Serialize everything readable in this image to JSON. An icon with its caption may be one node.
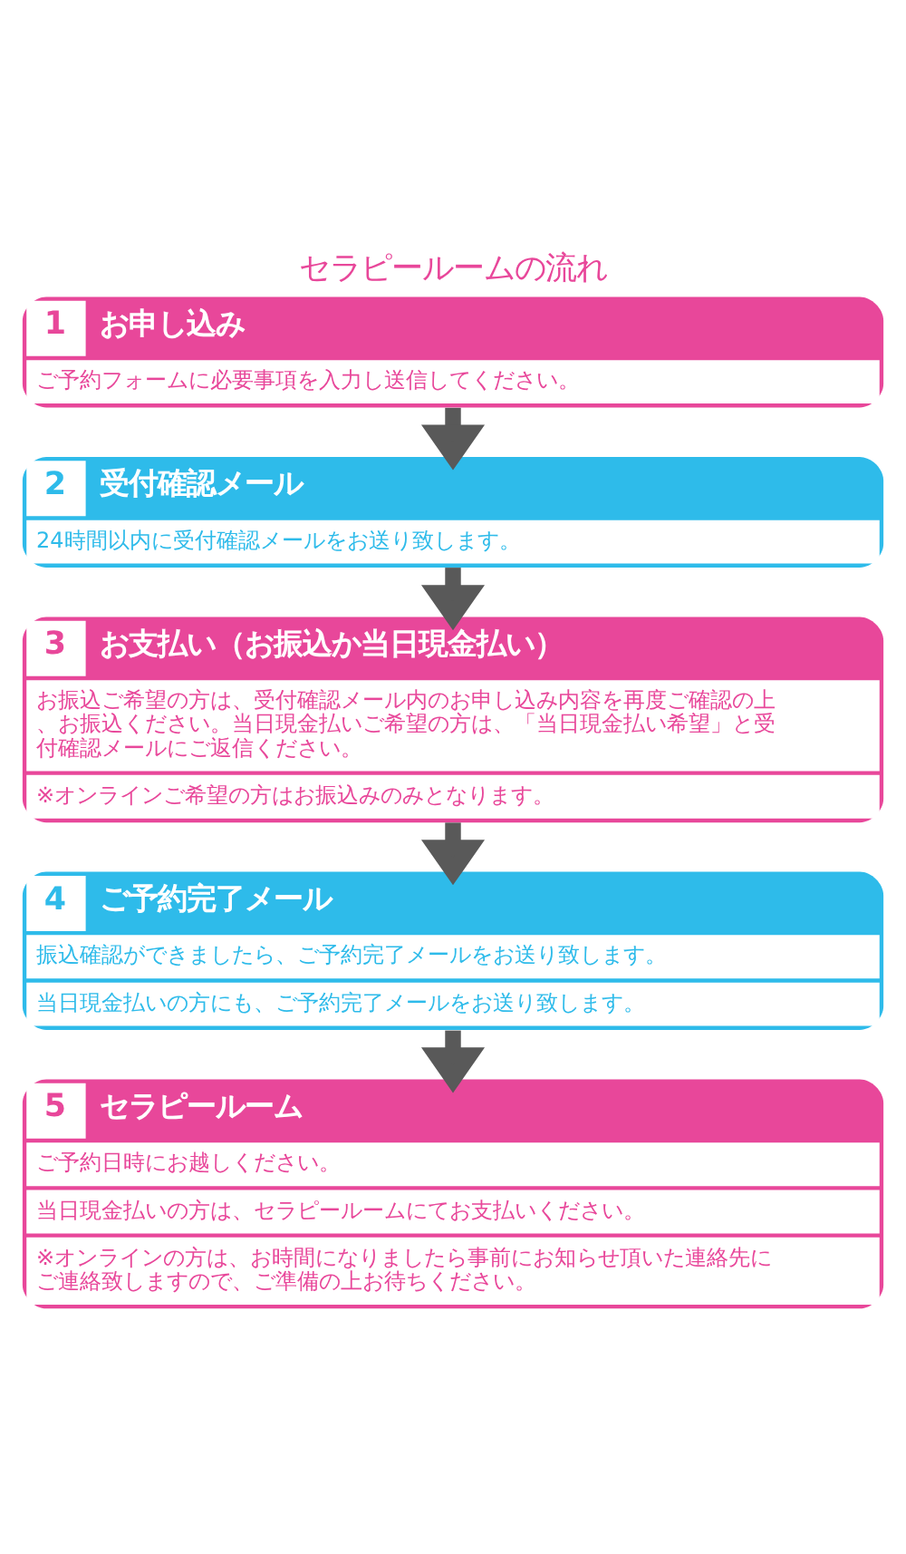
{
  "diagram": {
    "title": "セラピールームの流れ",
    "nodes": [
      {
        "text": [
          "1",
          "お申し込み",
          "ご予約フォームに必要事項を入力し送信してください。"
        ]
      },
      {
        "text": [
          "2",
          "受付確認メール",
          "24時間以内に受付確認メールをお送り致します。"
        ]
      },
      {
        "text": [
          "3",
          "お支払い（お振込か当日現金払い）",
          "お振込ご希望の方は、受付確認メール内のお申し込み内容を再度ご確認の上、お振込ください。当日現金払いご希望の方は、「当日現金払い希望」と受付確認メールにご返信ください。",
          "※オンラインご希望の方はお振込みのみとなります。"
        ]
      },
      {
        "text": [
          "4",
          "ご予約完了メール",
          "振込確認ができましたら、ご予約完了メールをお送り致します。",
          "当日現金払いの方にも、ご予約完了メールをお送り致します。"
        ]
      },
      {
        "text": [
          "5",
          "セラピールーム",
          "ご予約日時にお越しください。",
          "当日現金払いの方は、セラピールームにてお支払いください。",
          "※オンラインの方は、お時間になりましたら事前にお知らせ頂いた連絡先にご連絡致しますので、ご準備の上お待ちください。"
        ]
      }
    ],
    "edges": [
      {
        "from": 0,
        "to": 1,
        "arrow": "to"
      },
      {
        "from": 1,
        "to": 2,
        "arrow": "to"
      },
      {
        "from": 2,
        "to": 3,
        "arrow": "to"
      },
      {
        "from": 3,
        "to": 4,
        "arrow": "to"
      }
    ]
  }
}
